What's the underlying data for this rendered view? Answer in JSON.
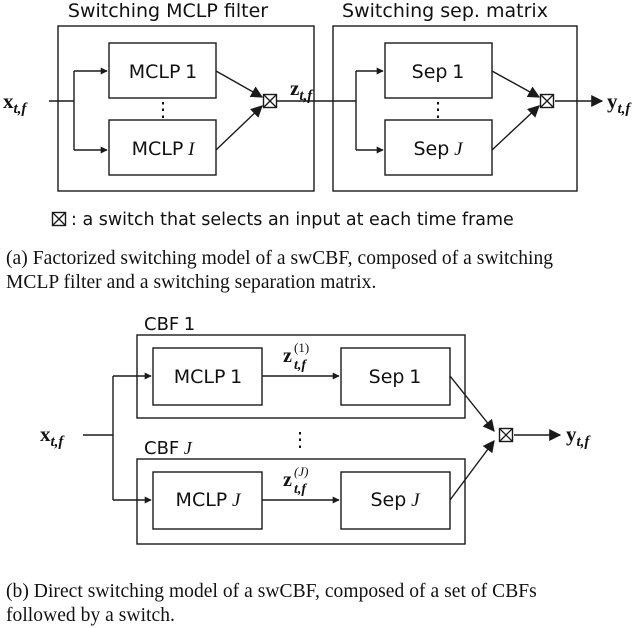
{
  "part_a": {
    "group1_title": "Switching MCLP filter",
    "group2_title": "Switching sep. matrix",
    "mclp_1": {
      "name": "MCLP",
      "index": "1"
    },
    "mclp_J": {
      "name": "MCLP",
      "index": "I"
    },
    "sep_1": {
      "name": "Sep",
      "index": "1"
    },
    "sep_J": {
      "name": "Sep",
      "index": "J"
    },
    "input": {
      "base": "x",
      "sub": "t,f"
    },
    "mid": {
      "base": "z",
      "sub": "t,f"
    },
    "output": {
      "base": "y",
      "sub": "t,f"
    },
    "ellipsis": "⋮",
    "switch_legend": ": a switch that selects an input at each time frame",
    "caption_line1": "(a) Factorized switching model of a swCBF, composed of a switching",
    "caption_line2": "MCLP filter and a switching separation matrix."
  },
  "part_b": {
    "cbf_1_title": {
      "name": "CBF",
      "index": "1"
    },
    "cbf_J_title": {
      "name": "CBF",
      "index": "J"
    },
    "mclp_1": {
      "name": "MCLP",
      "index": "1"
    },
    "mclp_J": {
      "name": "MCLP",
      "index": "J"
    },
    "sep_1": {
      "name": "Sep",
      "index": "1"
    },
    "sep_J": {
      "name": "Sep",
      "index": "J"
    },
    "input": {
      "base": "x",
      "sub": "t,f"
    },
    "z_1": {
      "base": "z",
      "sub": "t,f",
      "sup": "(1)"
    },
    "z_J": {
      "base": "z",
      "sub": "t,f",
      "sup": "(J)"
    },
    "output": {
      "base": "y",
      "sub": "t,f"
    },
    "ellipsis": "⋮",
    "caption_line1": "(b) Direct switching model of a swCBF, composed of a set of CBFs",
    "caption_line2": "followed by a switch."
  },
  "colors": {
    "stroke": "#1a1a1a",
    "text": "#111111"
  }
}
